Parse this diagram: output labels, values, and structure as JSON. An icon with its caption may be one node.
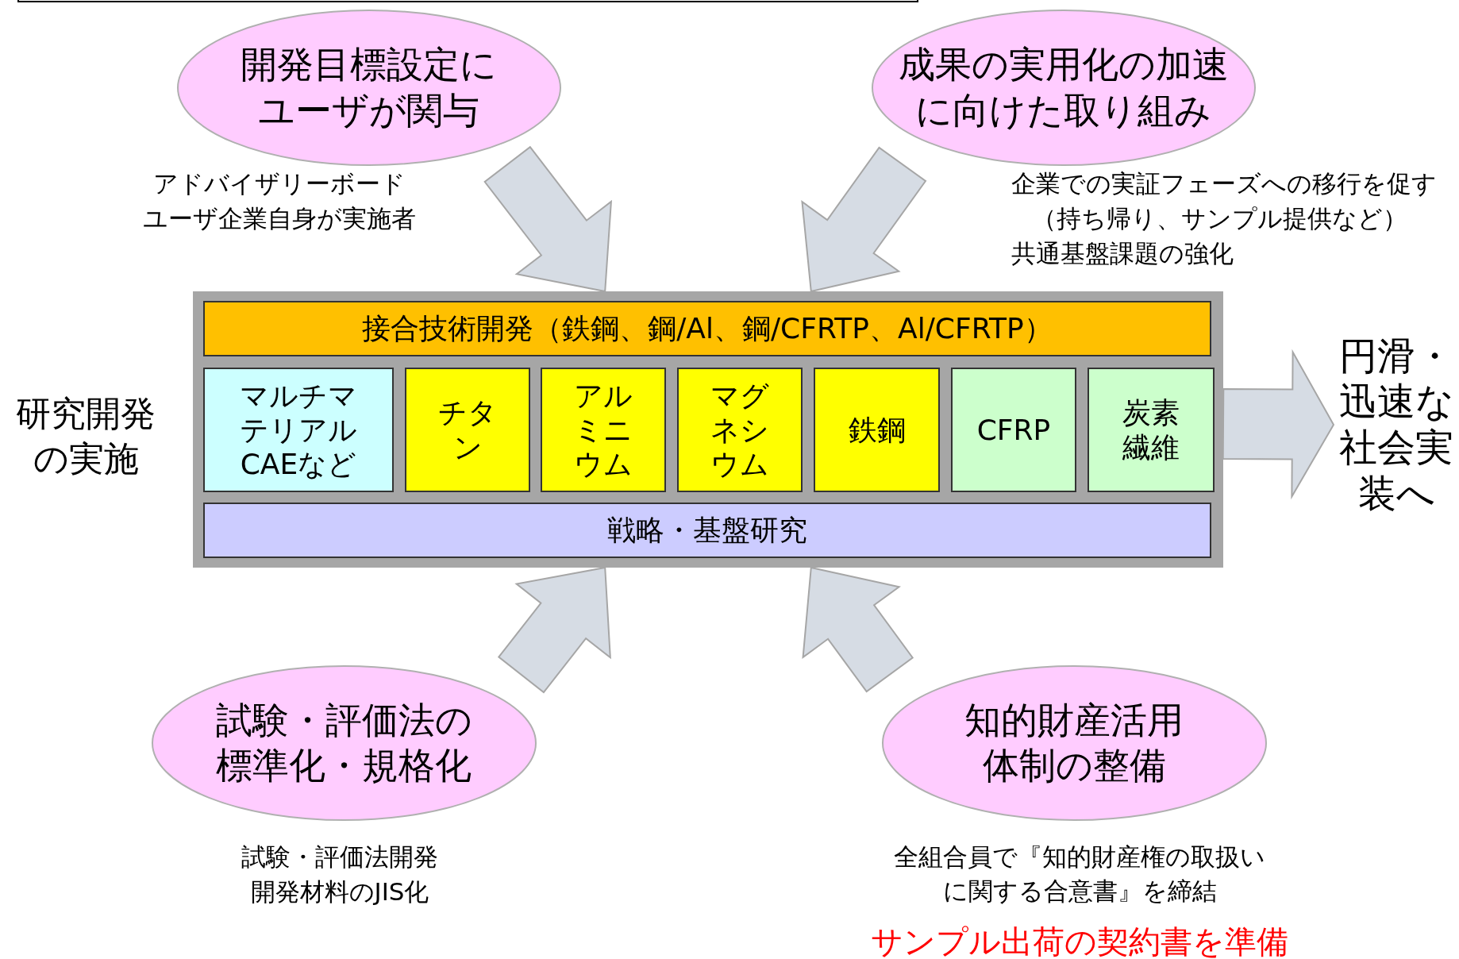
{
  "diagram": {
    "nodes": [
      {
        "text": [
          "開発目標設定にユーザが関与"
        ],
        "beside": [
          "アドバイザリーボード",
          "ユーザ企業自身が実施者"
        ]
      },
      {
        "text": [
          "成果の実用化の加速に向けた取り組み"
        ],
        "beside": [
          "企業での実証フェーズへの移行を促す",
          "（持ち帰り、サンプル提供など）",
          "共通基盤課題の強化"
        ]
      },
      {
        "text": [],
        "shape": "box"
      },
      {
        "text": [
          "接合技術開発（鉄鋼、鋼/Al、鋼/CFRTP、Al/CFRTP）"
        ],
        "in": 2
      },
      {
        "text": [
          "マルチマテリアルCAEなど"
        ],
        "in": 2
      },
      {
        "text": [
          "チタン"
        ],
        "in": 2
      },
      {
        "text": [
          "アルミニウム"
        ],
        "in": 2
      },
      {
        "text": [
          "マグネシウム"
        ],
        "in": 2
      },
      {
        "text": [
          "鉄鋼"
        ],
        "in": 2
      },
      {
        "text": [
          "CFRP"
        ],
        "in": 2
      },
      {
        "text": [
          "炭素繊維"
        ],
        "in": 2
      },
      {
        "text": [
          "戦略・基盤研究"
        ],
        "in": 2
      },
      {
        "text": [
          "試験・評価法の標準化・規格化"
        ],
        "beside": [
          "試験・評価法開発",
          "開発材料のJIS化"
        ]
      },
      {
        "text": [
          "知的財産活用体制の整備"
        ],
        "beside": [
          "全組合員で『知的財産権の取扱いに関する合意書』を締結"
        ]
      },
      {
        "text": [
          "円滑・迅速な社会実装へ"
        ]
      }
    ],
    "edges": [
      {
        "from": 0,
        "to": 2,
        "arrow": "to"
      },
      {
        "from": 1,
        "to": 2,
        "arrow": "to"
      },
      {
        "from": 12,
        "to": 2,
        "arrow": "to"
      },
      {
        "from": 13,
        "to": 2,
        "arrow": "to"
      },
      {
        "from": 2,
        "to": 14,
        "arrow": "to"
      }
    ],
    "labels": [
      "研究開発の実施",
      "サンプル出荷の契約書を準備"
    ]
  }
}
